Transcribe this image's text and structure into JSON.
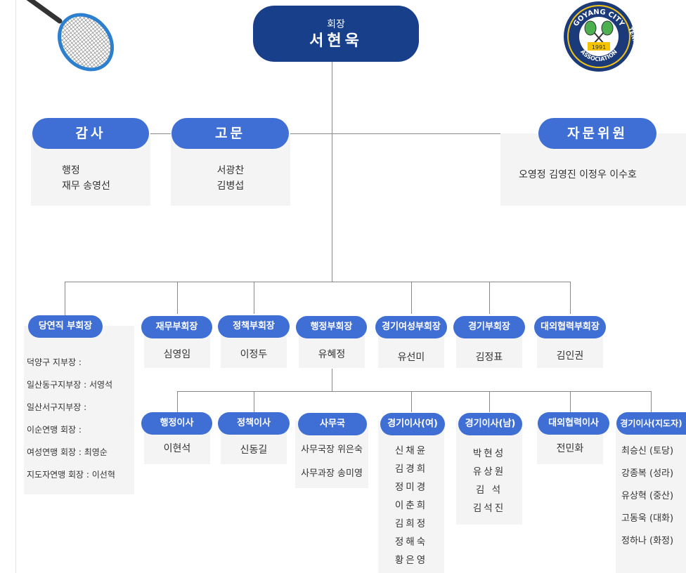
{
  "president": {
    "title": "회장",
    "name": "서현욱"
  },
  "logo": {
    "top": "GOYANG CITY",
    "right": "TENNIS",
    "bottom": "ASSOCIATION",
    "year": "1991"
  },
  "auditor": {
    "label": "감사",
    "lines": [
      "행정",
      "재무 송영선"
    ]
  },
  "advisor": {
    "label": "고문",
    "lines": [
      "서광찬",
      "김병섭"
    ]
  },
  "consult": {
    "label": "자문위원",
    "names": "오영정  김영진  이정우  이수호"
  },
  "vice_presidents": {
    "head": {
      "label": "당연직 부회장",
      "lines": [
        "덕양구 지부장 :",
        "일산동구지부장 :  서영석",
        "일산서구지부장 :",
        "이순연맹 회장 :",
        "여성연맹 회장 :    최영순",
        "지도자연맹 회장 : 이선혁"
      ]
    },
    "items": [
      {
        "label": "재무부회장",
        "name": "심영임"
      },
      {
        "label": "정책부회장",
        "name": "이정두"
      },
      {
        "label": "행정부회장",
        "name": "유혜정"
      },
      {
        "label": "경기여성부회장",
        "name": "유선미"
      },
      {
        "label": "경기부회장",
        "name": "김정표"
      },
      {
        "label": "대외협력부회장",
        "name": "김인권"
      }
    ]
  },
  "directors": [
    {
      "label": "행정이사",
      "lines": [
        "이현석"
      ]
    },
    {
      "label": "정책이사",
      "lines": [
        "신동길"
      ]
    },
    {
      "label": "사무국",
      "lines": [
        "사무국장 위은숙",
        "사무과장 송미영"
      ]
    },
    {
      "label": "경기이사(여)",
      "lines": [
        "신채윤",
        "김경희",
        "정미경",
        "이춘희",
        "김희정",
        "정해숙",
        "황은영"
      ]
    },
    {
      "label": "경기이사(남)",
      "lines": [
        "박현성",
        "유상원",
        "김  석",
        "김석진"
      ]
    },
    {
      "label": "대외협력이사",
      "lines": [
        "전민화"
      ]
    },
    {
      "label": "경기이사(지도자)",
      "lines": [
        "최승신 (토당)",
        "강종복 (성라)",
        "유상혁 (중산)",
        "고동욱 (대화)",
        "정하나 (화정)"
      ]
    }
  ],
  "colors": {
    "president": "#173f8a",
    "pill": "#3f6fd4",
    "panel": "#f4f4f4"
  }
}
